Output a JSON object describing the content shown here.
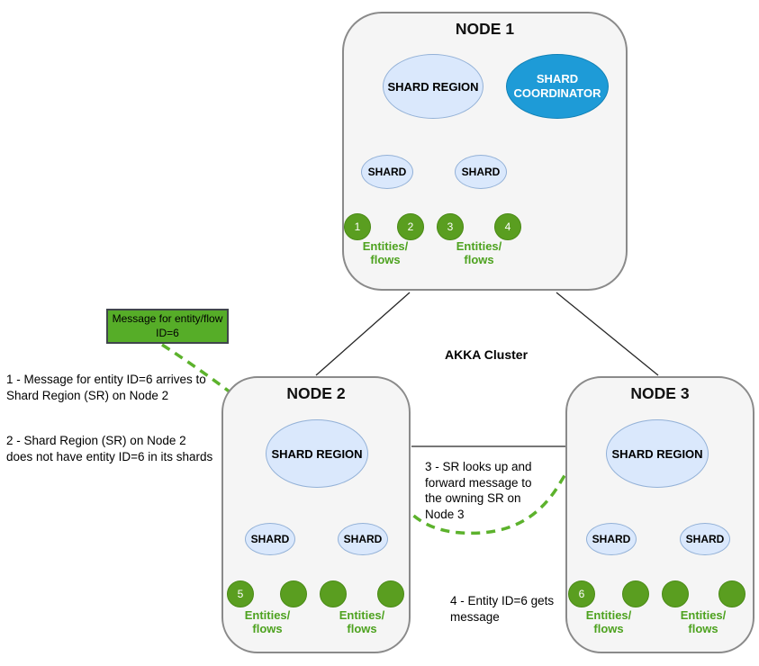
{
  "cluster_label": "AKKA Cluster",
  "message_box": {
    "text": "Message for entity/flow\nID=6"
  },
  "annotations": [
    {
      "text": "1 - Message for entity ID=6 arrives to\nShard Region (SR) on Node 2"
    },
    {
      "text": "2 - Shard Region (SR) on Node 2\ndoes not have entity ID=6 in its shards"
    },
    {
      "text": "3 - SR looks up and\nforward message to\nthe owning SR on\nNode 3"
    },
    {
      "text": "4 - Entity ID=6 gets\nmessage"
    }
  ],
  "nodes": [
    {
      "title": "NODE 1",
      "shard_region_label": "SHARD REGION",
      "coordinator_label": "SHARD\nCOORDINATOR",
      "shards": [
        {
          "label": "SHARD"
        },
        {
          "label": "SHARD"
        }
      ],
      "entities": [
        "1",
        "2",
        "3",
        "4"
      ],
      "entities_flows_label": "Entities/\nflows"
    },
    {
      "title": "NODE 2",
      "shard_region_label": "SHARD REGION",
      "shards": [
        {
          "label": "SHARD"
        },
        {
          "label": "SHARD"
        }
      ],
      "entities": [
        "5",
        "",
        "",
        ""
      ],
      "entities_flows_label": "Entities/\nflows"
    },
    {
      "title": "NODE 3",
      "shard_region_label": "SHARD REGION",
      "shards": [
        {
          "label": "SHARD"
        },
        {
          "label": "SHARD"
        }
      ],
      "entities": [
        "6",
        "",
        "",
        ""
      ],
      "entities_flows_label": "Entities/\nflows"
    }
  ],
  "colors": {
    "node_fill": "#f5f5f5",
    "node_border": "#8a8a8a",
    "shard_fill": "#dae8fc",
    "shard_border": "#93b1d7",
    "coordinator_fill": "#1e9bd7",
    "entity_fill": "#5a9e20",
    "message_box_fill": "#56ad28",
    "flow_arrow_green": "#5cb22c",
    "entities_text_green": "#4da21f",
    "connector_black": "#262626"
  }
}
